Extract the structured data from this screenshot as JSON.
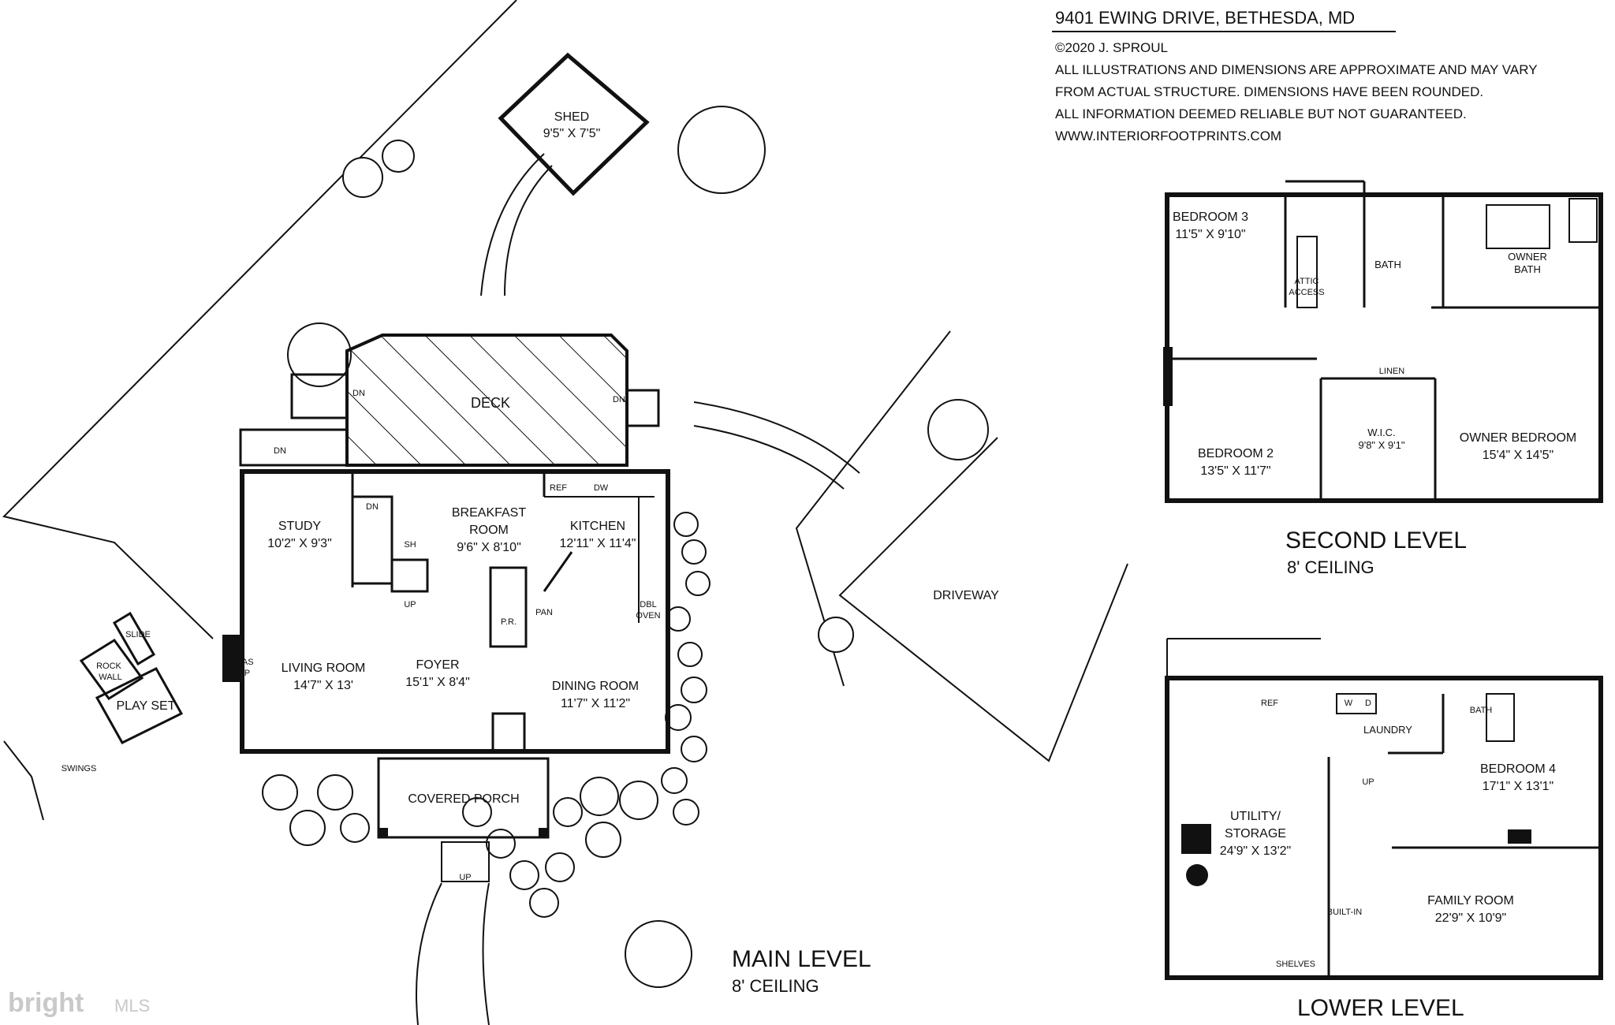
{
  "header": {
    "address": "9401 EWING DRIVE, BETHESDA, MD",
    "copyright": "©2020 J. SPROUL",
    "note1": "ALL ILLUSTRATIONS AND DIMENSIONS ARE APPROXIMATE AND MAY VARY",
    "note2": "FROM ACTUAL STRUCTURE. DIMENSIONS HAVE BEEN ROUNDED.",
    "note3": "ALL INFORMATION DEEMED RELIABLE BUT NOT GUARANTEED.",
    "website": "WWW.INTERIORFOOTPRINTS.COM"
  },
  "levels": {
    "main": {
      "title": "MAIN LEVEL",
      "ceiling": "8' CEILING"
    },
    "second": {
      "title": "SECOND LEVEL",
      "ceiling": "8' CEILING"
    },
    "lower": {
      "title": "LOWER LEVEL"
    }
  },
  "main_rooms": {
    "shed": {
      "name": "SHED",
      "dim": "9'5\" X 7'5\""
    },
    "deck": {
      "name": "DECK"
    },
    "study": {
      "name": "STUDY",
      "dim": "10'2\" X 9'3\""
    },
    "breakfast": {
      "name1": "BREAKFAST",
      "name2": "ROOM",
      "dim": "9'6\" X 8'10\""
    },
    "kitchen": {
      "name": "KITCHEN",
      "dim": "12'11\" X 11'4\""
    },
    "living": {
      "name": "LIVING ROOM",
      "dim": "14'7\" X 13'"
    },
    "foyer": {
      "name": "FOYER",
      "dim": "15'1\" X 8'4\""
    },
    "dining": {
      "name": "DINING ROOM",
      "dim": "11'7\" X 11'2\""
    },
    "porch": {
      "name": "COVERED PORCH"
    },
    "driveway": {
      "name": "DRIVEWAY"
    }
  },
  "main_small": {
    "dn": "DN",
    "up": "UP",
    "sh": "SH",
    "ref": "REF",
    "dw": "DW",
    "pr": "P.R.",
    "pan": "PAN",
    "dbl": "DBL",
    "oven": "OVEN",
    "gas": "GAS",
    "fp": "FP",
    "rock": "ROCK",
    "wall": "WALL",
    "slide": "SLIDE",
    "playset": "PLAY SET",
    "swings": "SWINGS"
  },
  "second_rooms": {
    "bed3": {
      "name": "BEDROOM 3",
      "dim": "11'5\" X 9'10\""
    },
    "bath": {
      "name": "BATH"
    },
    "owner_bath": {
      "name1": "OWNER",
      "name2": "BATH"
    },
    "bed2": {
      "name": "BEDROOM 2",
      "dim": "13'5\" X 11'7\""
    },
    "wic": {
      "name": "W.I.C.",
      "dim": "9'8\" X 9'1\""
    },
    "owner_bed": {
      "name": "OWNER BEDROOM",
      "dim": "15'4\" X 14'5\""
    },
    "linen": "LINEN",
    "attic1": "ATTIC",
    "attic2": "ACCESS"
  },
  "lower_rooms": {
    "laundry": {
      "name": "LAUNDRY"
    },
    "bed4": {
      "name": "BEDROOM 4",
      "dim": "17'1\" X 13'1\""
    },
    "utility": {
      "name1": "UTILITY/",
      "name2": "STORAGE",
      "dim": "24'9\" X 13'2\""
    },
    "family": {
      "name": "FAMILY ROOM",
      "dim": "22'9\" X 10'9\""
    },
    "bath": "BATH",
    "shelves": "SHELVES",
    "builtin": "BUILT-IN",
    "ref": "REF",
    "w": "W",
    "d": "D",
    "up": "UP"
  },
  "watermark": {
    "brand": "bright",
    "mls": "MLS"
  }
}
